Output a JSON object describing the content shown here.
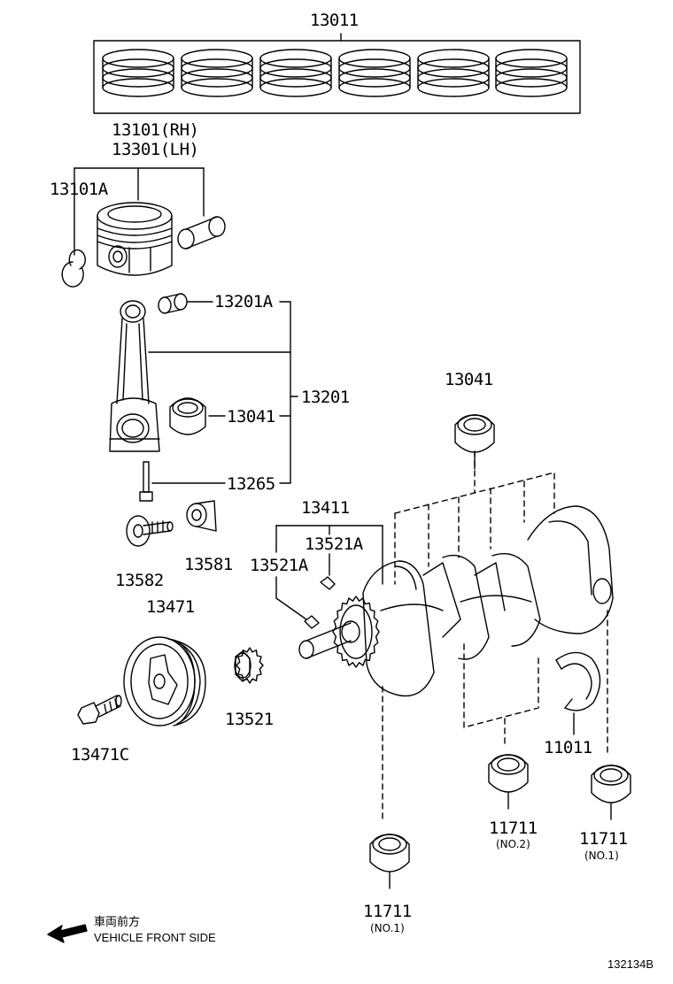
{
  "parts": {
    "p13011": "13011",
    "p13101_rh": "13101(RH)",
    "p13301_lh": "13301(LH)",
    "p13101a": "13101A",
    "p13201a": "13201A",
    "p13201": "13201",
    "p13041_rod": "13041",
    "p13265": "13265",
    "p13582": "13582",
    "p13581": "13581",
    "p13471": "13471",
    "p13471c": "13471C",
    "p13521": "13521",
    "p13411": "13411",
    "p13521a_top": "13521A",
    "p13521a_left": "13521A",
    "p13041_crank": "13041",
    "p11011": "11011",
    "p11711_no2": "11711",
    "p11711_no1_right": "11711",
    "p11711_no1_bottom": "11711"
  },
  "notes": {
    "no2": "(NO.2)",
    "no1_right": "(NO.1)",
    "no1_bottom": "(NO.1)"
  },
  "legend": {
    "japanese": "車両前方",
    "english": "VEHICLE FRONT SIDE"
  },
  "diagram_id": "132134B",
  "icons": {
    "front_arrow": "arrow-left-icon"
  }
}
